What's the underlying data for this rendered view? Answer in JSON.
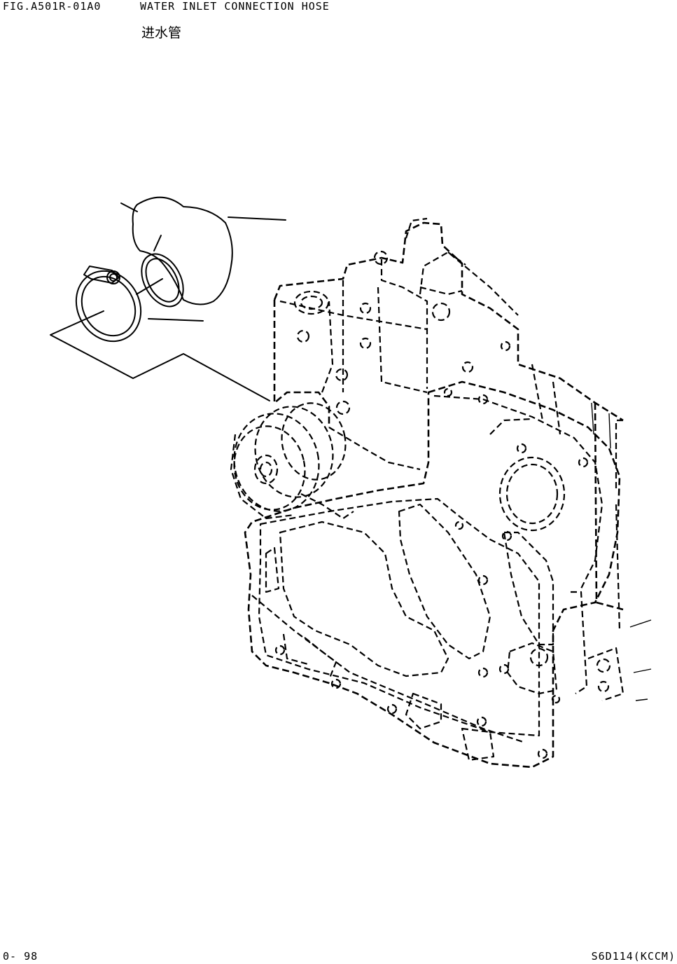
{
  "header": {
    "figure_id": "FIG.A501R-01A0",
    "title": "WATER INLET CONNECTION HOSE",
    "subtitle": "进水管"
  },
  "footer": {
    "page_number": "0- 98",
    "model_code": "S6D114(KCCM)"
  }
}
